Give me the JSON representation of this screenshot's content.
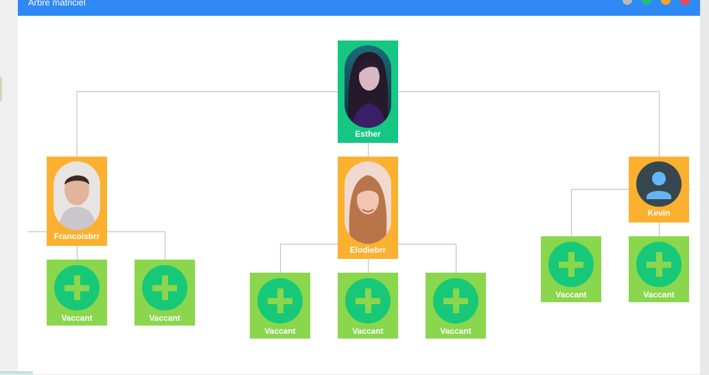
{
  "window": {
    "title": "Arbre matriciel"
  },
  "window_controls": [
    {
      "name": "control-gray",
      "color": "#b9b9b9"
    },
    {
      "name": "control-green",
      "color": "#1fbf7c"
    },
    {
      "name": "control-orange",
      "color": "#f5a623"
    },
    {
      "name": "control-red",
      "color": "#f0464d"
    }
  ],
  "colors": {
    "header": "#2f89f5",
    "node_green": "#16c784",
    "node_orange": "#fbb12f",
    "vacant_bg": "#8ad64d",
    "vacant_circle": "#16c878",
    "connector": "#b8b8b8"
  },
  "tree": {
    "root": {
      "name": "Esther",
      "avatar": "photo-woman-dark-hair"
    },
    "level1": [
      {
        "name": "Francoisbrr",
        "avatar": "photo-man"
      },
      {
        "name": "Elodiebrr",
        "avatar": "photo-woman-blonde"
      },
      {
        "name": "Kevin",
        "avatar": "default-user-icon"
      }
    ],
    "vacant_label": "Vaccant"
  }
}
